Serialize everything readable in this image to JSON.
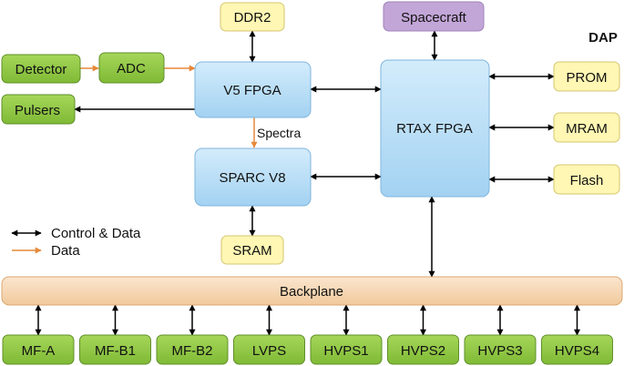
{
  "corner_tag": "DAP",
  "colors": {
    "green": "#8cc63f",
    "yellow": "#fff7b3",
    "blue": "#b8ddf6",
    "purple": "#c3a6d8",
    "backplane": "#f6d6b4",
    "control_arrow": "#000000",
    "data_arrow": "#e5893a",
    "tag": "#6aa84f"
  },
  "blocks": {
    "ddr2": "DDR2",
    "spacecraft": "Spacecraft",
    "detector": "Detector",
    "adc": "ADC",
    "v5_fpga": "V5 FPGA",
    "rtax_fpga": "RTAX FPGA",
    "prom": "PROM",
    "pulsers": "Pulsers",
    "mram": "MRAM",
    "sparc": "SPARC V8",
    "flash": "Flash",
    "sram": "SRAM",
    "backplane": "Backplane"
  },
  "spectra_label": "Spectra",
  "legend": {
    "control": "Control & Data",
    "data": "Data"
  },
  "boards": [
    "MF-A",
    "MF-B1",
    "MF-B2",
    "LVPS",
    "HVPS1",
    "HVPS2",
    "HVPS3",
    "HVPS4"
  ]
}
